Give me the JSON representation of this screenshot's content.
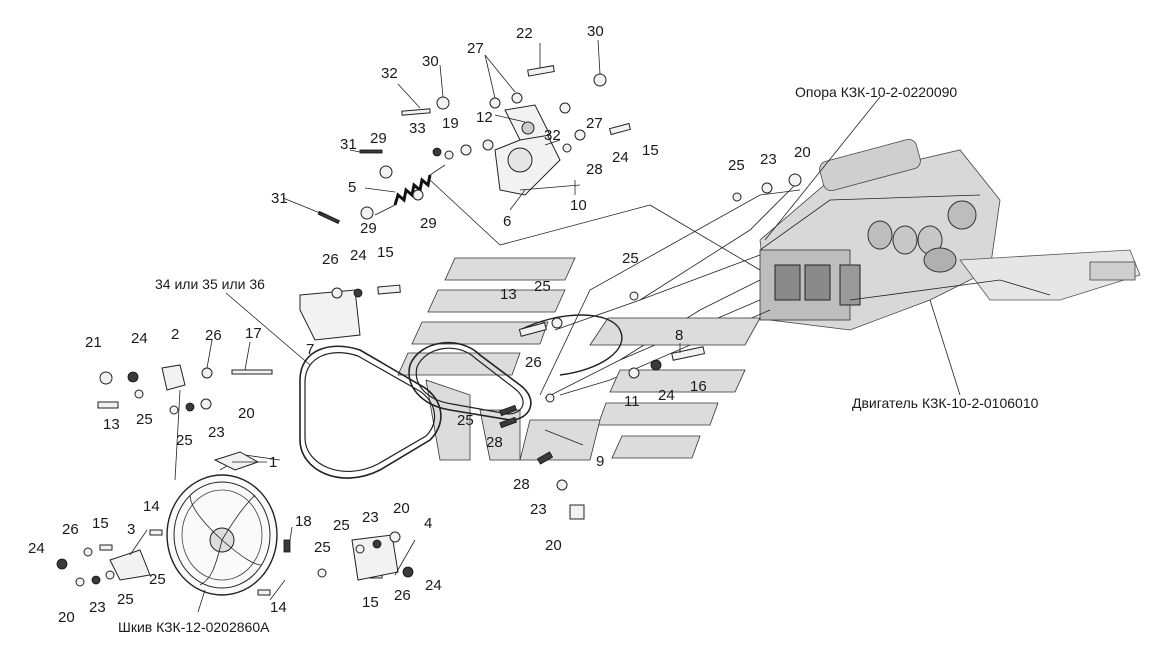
{
  "captions": {
    "support": "Опора КЗК-10-2-0220090",
    "engine": "Двигатель КЗК-10-2-0106010",
    "pulley": "Шкив КЗК-12-0202860А",
    "belt_choice": "34 или 35 или 36"
  },
  "callouts": {
    "n22": "22",
    "n30a": "30",
    "n30b": "30",
    "n27a": "27",
    "n27b": "27",
    "n32a": "32",
    "n32b": "32",
    "n12": "12",
    "n33": "33",
    "n19": "19",
    "n29a": "29",
    "n29b": "29",
    "n29c": "29",
    "n31a": "31",
    "n31b": "31",
    "n5": "5",
    "n6": "6",
    "n10": "10",
    "n28a": "28",
    "n24a": "24",
    "n15a": "15",
    "n25a": "25",
    "n23a": "23",
    "n20a": "20",
    "n26a": "26",
    "n24b": "24",
    "n15b": "15",
    "n7": "7",
    "n13a": "13",
    "n25b": "25",
    "n25c": "25",
    "n8": "8",
    "n26b": "26",
    "n11": "11",
    "n24c": "24",
    "n16": "16",
    "n25d": "25",
    "n28b": "28",
    "n9": "9",
    "n28c": "28",
    "n23b": "23",
    "n20b": "20",
    "n21": "21",
    "n24d": "24",
    "n2": "2",
    "n26c": "26",
    "n17": "17",
    "n13b": "13",
    "n25e": "25",
    "n25f": "25",
    "n23c": "23",
    "n20c": "20",
    "n1": "1",
    "n14a": "14",
    "n26d": "26",
    "n15c": "15",
    "n3": "3",
    "n24e": "24",
    "n25g": "25",
    "n20d": "20",
    "n23d": "23",
    "n25h": "25",
    "n14b": "14",
    "n18": "18",
    "n25i": "25",
    "n25j": "25",
    "n23e": "23",
    "n20e": "20",
    "n4": "4",
    "n15d": "15",
    "n26e": "26",
    "n24f": "24"
  }
}
